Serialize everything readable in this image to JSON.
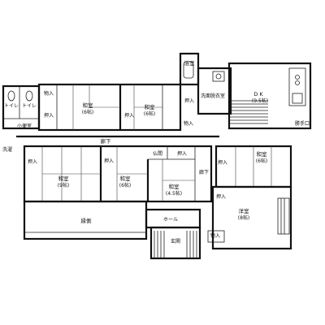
{
  "rooms": {
    "bath": "浴室",
    "washroom": "洗面脱衣室",
    "dk": "D K",
    "dk_size": "(9.5帖)",
    "service_entrance": "勝手口",
    "toilet": "トイレ",
    "toilet2": "トイレ",
    "urinal": "小便室",
    "washitsu_a": "和室",
    "washitsu_a_size": "(6帖)",
    "washitsu_b": "和室",
    "washitsu_b_size": "(6帖)",
    "washitsu_c": "和室",
    "washitsu_c_size": "(6帖)",
    "washitsu_d": "和室",
    "washitsu_d_size": "(9帖)",
    "washitsu_e": "和室",
    "washitsu_e_size": "(6帖)",
    "washitsu_f": "和室",
    "washitsu_f_size": "(4.5帖)",
    "youshitsu": "洋室",
    "youshitsu_size": "(8帖)",
    "hall": "ホール",
    "genkan": "玄関",
    "engawa": "縁側",
    "butsuma": "仏間",
    "sengyou": "洗濯",
    "corridor_top": "廊下",
    "corridor_right": "廊下"
  },
  "storage": {
    "oshiire_1": "物入",
    "oshiire_2": "押入",
    "oshiire_3": "押入",
    "oshiire_4": "押入",
    "oshiire_5": "物入",
    "oshiire_6": "押入",
    "oshiire_7": "押入",
    "oshiire_8": "押入",
    "oshiire_9": "押入",
    "oshiire_10": "押入",
    "oshiire_11": "物入"
  }
}
